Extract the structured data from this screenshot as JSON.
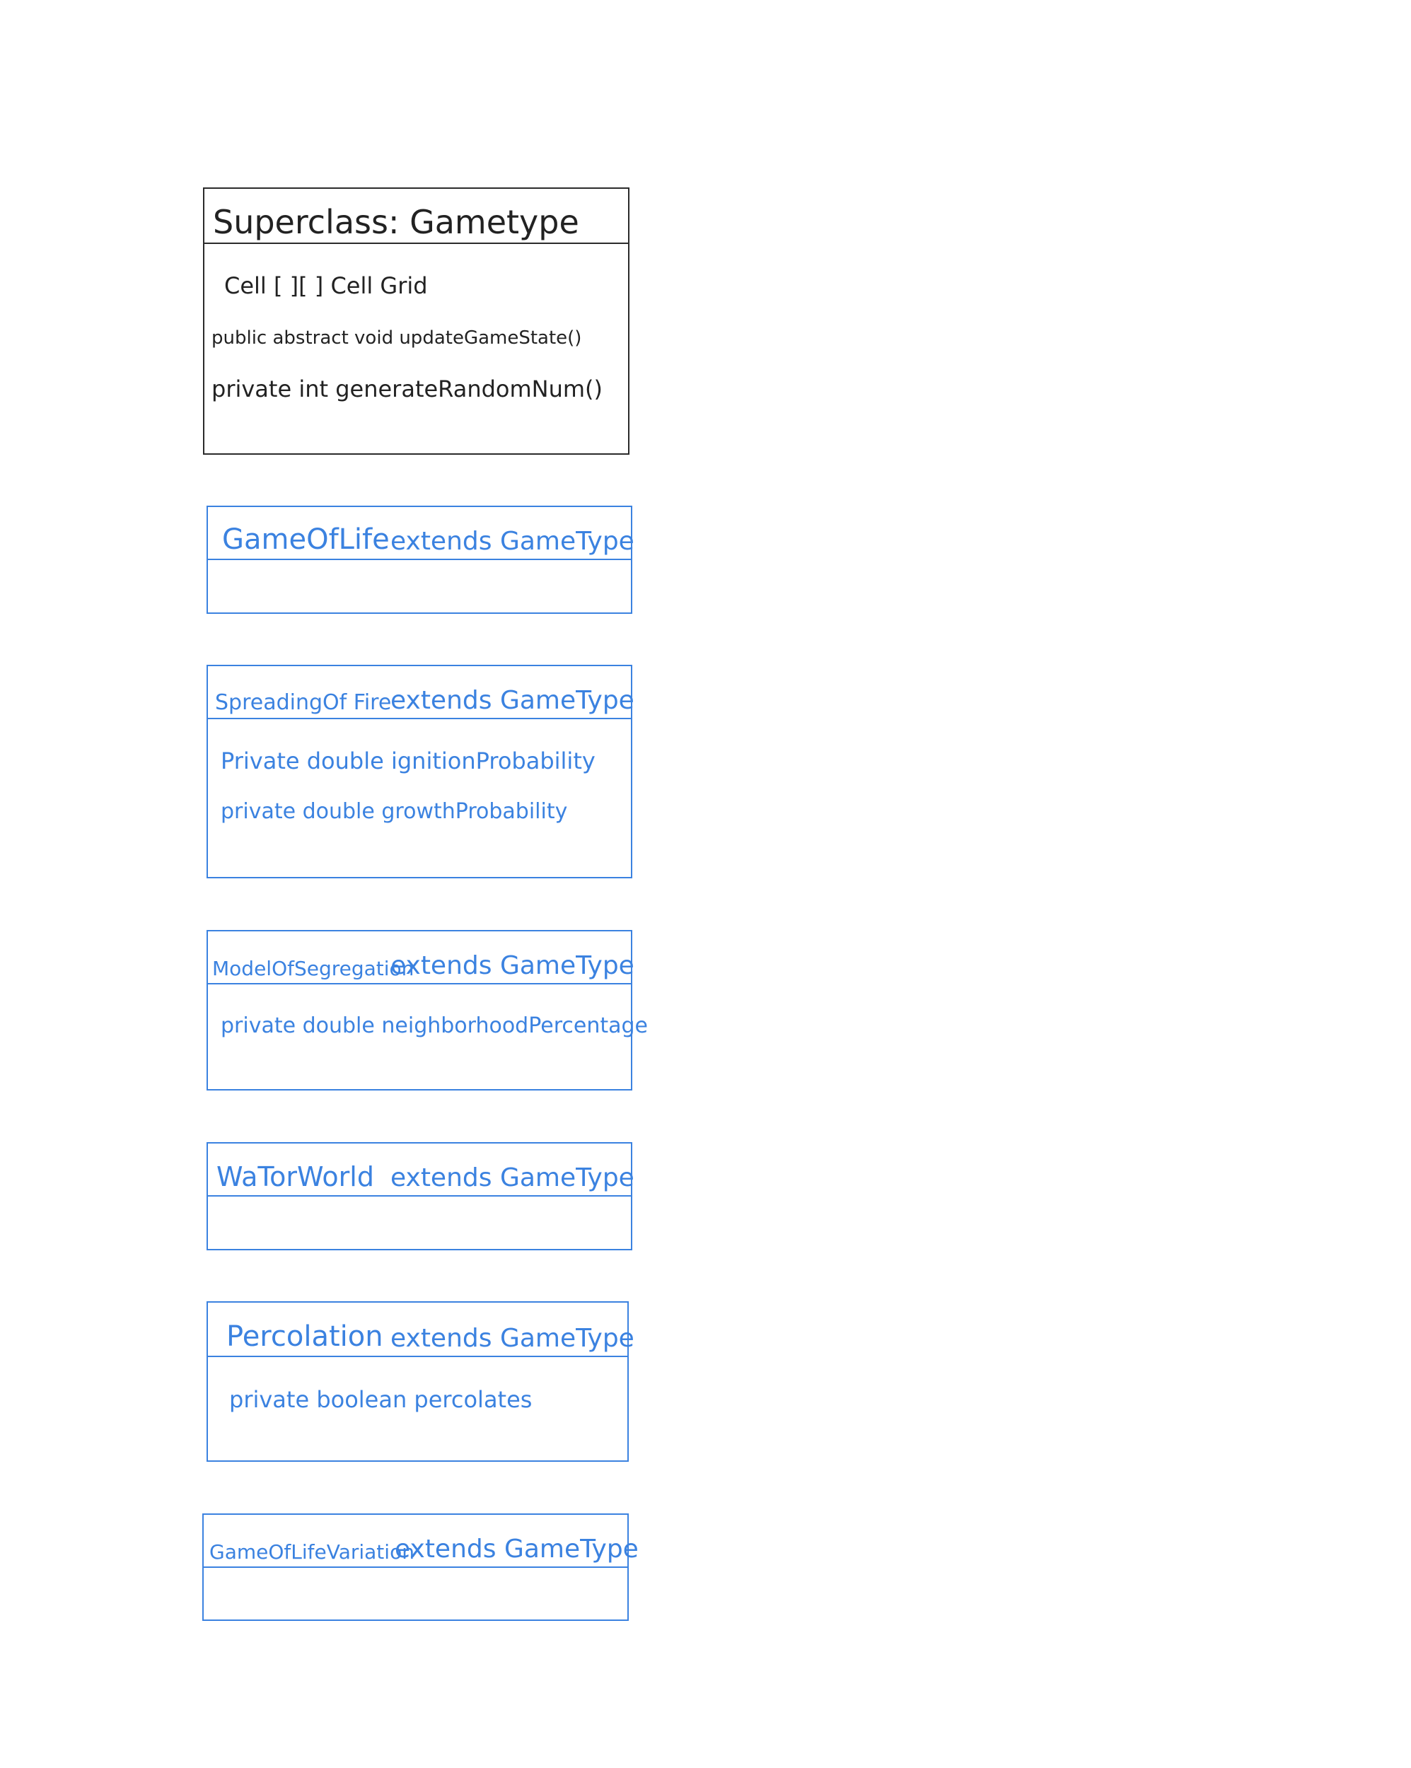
{
  "colors": {
    "superclass_ink": "#222222",
    "subclass_ink": "#3b82e0"
  },
  "superclass": {
    "title": "Superclass: Gametype",
    "members": [
      "Cell [ ][ ]  Cell Grid",
      "public abstract void updateGameState()",
      "private int generateRandomNum()"
    ]
  },
  "subclasses": [
    {
      "name": "GameOfLife",
      "extends": "extends GameType",
      "members": []
    },
    {
      "name": "SpreadingOf Fire",
      "extends": "extends GameType",
      "members": [
        "Private double ignitionProbability",
        "private double growthProbability"
      ]
    },
    {
      "name": "ModelOfSegregation",
      "extends": "extends GameType",
      "members": [
        "private double neighborhoodPercentage"
      ]
    },
    {
      "name": "WaTorWorld",
      "extends": "extends GameType",
      "members": []
    },
    {
      "name": "Percolation",
      "extends": "extends GameType",
      "members": [
        "private boolean percolates"
      ]
    },
    {
      "name": "GameOfLifeVariation",
      "extends": "extends GameType",
      "members": []
    }
  ]
}
